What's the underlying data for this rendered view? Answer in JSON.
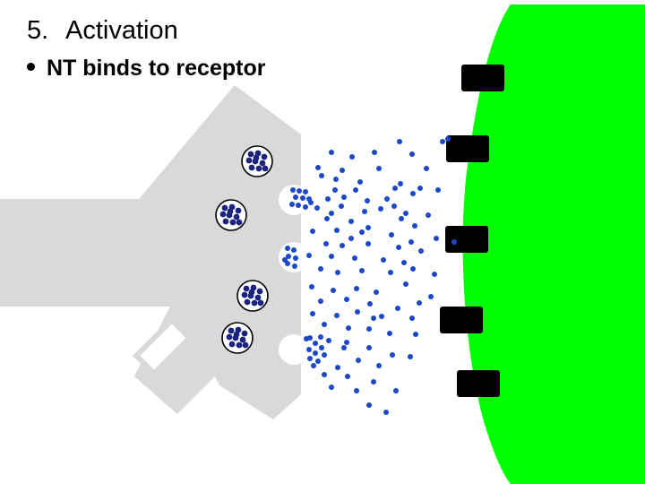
{
  "slide": {
    "heading_number": "5.",
    "heading_text": "Activation",
    "bullet_text": "NT binds to receptor"
  },
  "colors": {
    "terminal": "#d9d9d9",
    "postsynaptic": "#00ff00",
    "neurotransmitter": "#1a48c8",
    "vesicle_content": "#1a237e",
    "receptor": "#000000"
  },
  "diagram": {
    "presynaptic_terminal": {
      "label": ""
    },
    "vesicle_count": 4,
    "receptor_count": 5,
    "postsynaptic_cell": {
      "label": ""
    }
  }
}
